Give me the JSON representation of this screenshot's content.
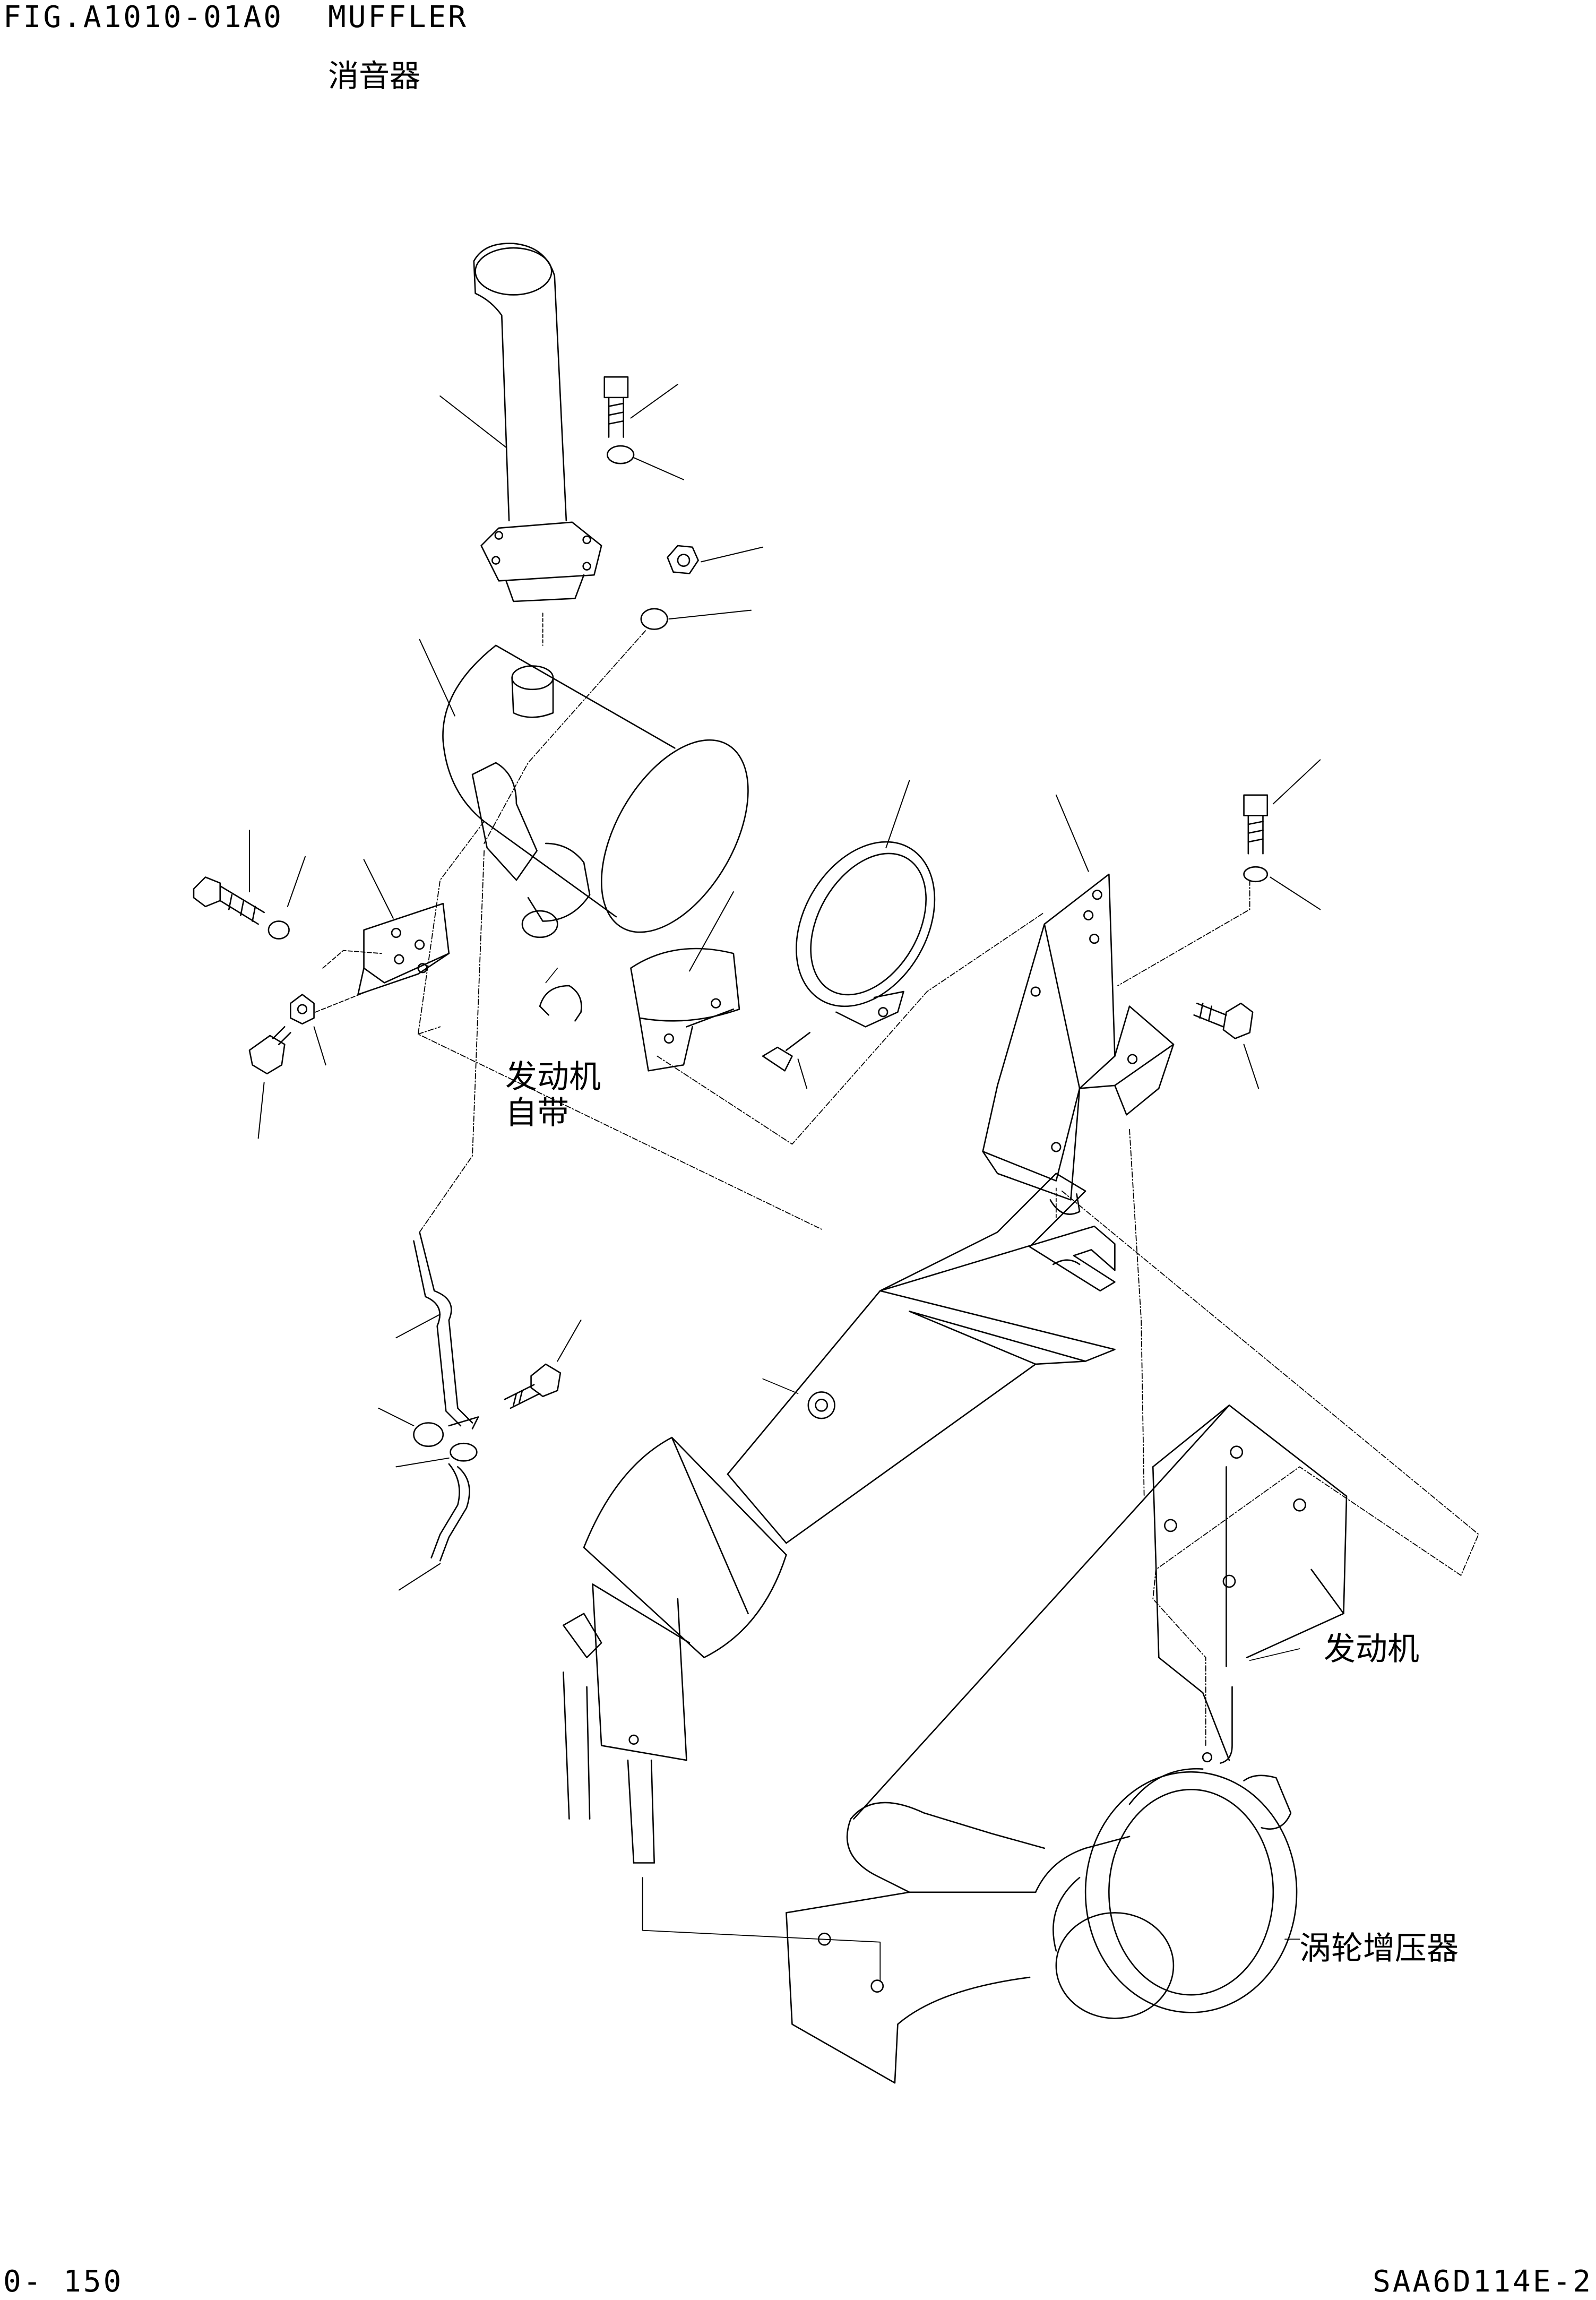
{
  "header": {
    "figure_code": "FIG.A1010-01A0",
    "title_en": "MUFFLER",
    "title_cn": "消音器"
  },
  "callouts": {
    "engine_supplied_1": "发动机",
    "engine_supplied_2": "自带",
    "engine": "发动机",
    "turbocharger": "涡轮增压器"
  },
  "footer": {
    "page_number": "0- 150",
    "model": "SAA6D114E-2"
  }
}
